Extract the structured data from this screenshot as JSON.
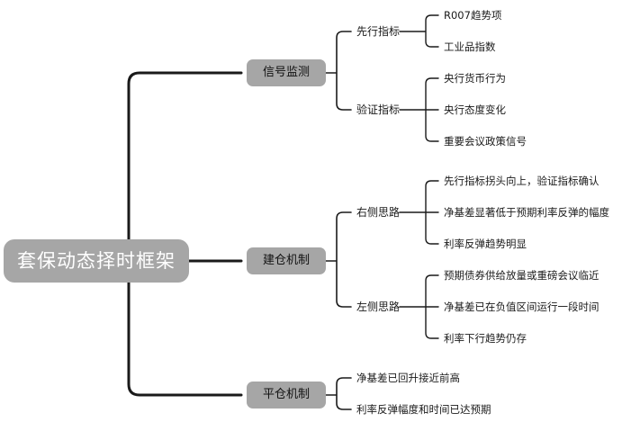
{
  "root": {
    "label": "套保动态择时框架",
    "branches": [
      {
        "label": "信号监测",
        "children": [
          {
            "label": "先行指标",
            "children": [
              "R007趋势项",
              "工业品指数"
            ]
          },
          {
            "label": "验证指标",
            "children": [
              "央行货币行为",
              "央行态度变化",
              "重要会议政策信号"
            ]
          }
        ]
      },
      {
        "label": "建仓机制",
        "children": [
          {
            "label": "右侧思路",
            "children": [
              "先行指标拐头向上，验证指标确认",
              "净基差显著低于预期利率反弹的幅度",
              "利率反弹趋势明显"
            ]
          },
          {
            "label": "左侧思路",
            "children": [
              "预期债券供给放量或重磅会议临近",
              "净基差已在负值区间运行一段时间",
              "利率下行趋势仍存"
            ]
          }
        ]
      },
      {
        "label": "平仓机制",
        "children": [
          "净基差已回升接近前高",
          "利率反弹幅度和时间已达预期"
        ]
      }
    ]
  },
  "colors": {
    "node_fill": "#a6a6a6",
    "root_text": "#ffffff",
    "line": "#1a1a1a",
    "text": "#1a1a1a"
  }
}
